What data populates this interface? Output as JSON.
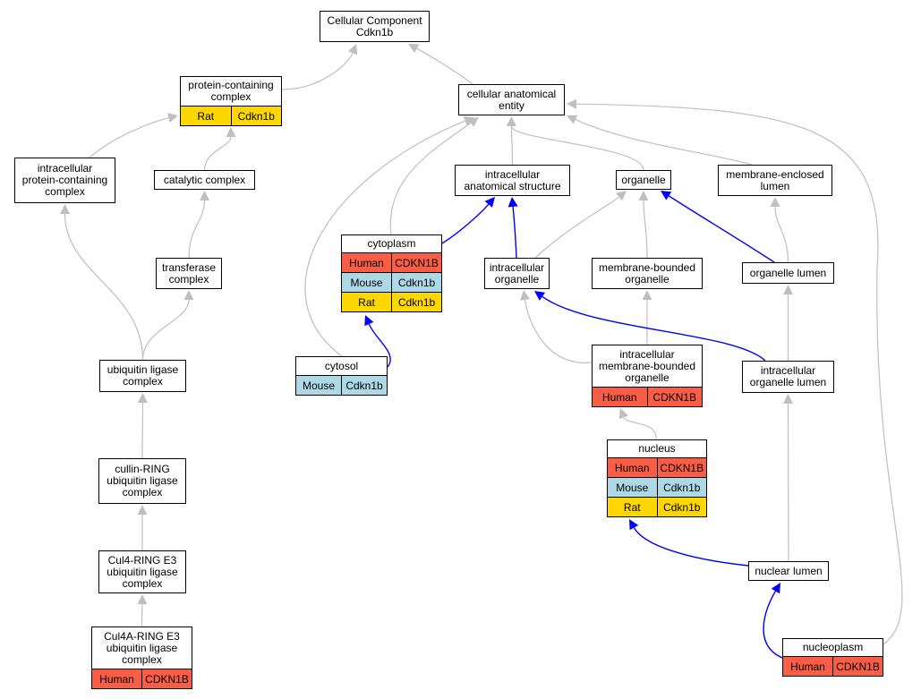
{
  "colors": {
    "human": "#fa5d46",
    "mouse": "#add8e6",
    "rat": "#ffd700",
    "edge_gray": "#bfbfbf",
    "edge_blue": "#0000ff"
  },
  "nodes": {
    "cellular_component": {
      "label": "Cellular Component\nCdkn1b"
    },
    "protein_containing_complex": {
      "label": "protein-containing\ncomplex",
      "rows": [
        {
          "species": "Rat",
          "gene": "Cdkn1b",
          "color": "rat"
        }
      ]
    },
    "cellular_anatomical_entity": {
      "label": "cellular anatomical\nentity"
    },
    "intracellular_protein_containing_complex": {
      "label": "intracellular\nprotein-containing\ncomplex"
    },
    "catalytic_complex": {
      "label": "catalytic complex"
    },
    "intracellular_anatomical_structure": {
      "label": "intracellular\nanatomical structure"
    },
    "organelle": {
      "label": "organelle"
    },
    "membrane_enclosed_lumen": {
      "label": "membrane-enclosed\nlumen"
    },
    "cytoplasm": {
      "label": "cytoplasm",
      "rows": [
        {
          "species": "Human",
          "gene": "CDKN1B",
          "color": "human"
        },
        {
          "species": "Mouse",
          "gene": "Cdkn1b",
          "color": "mouse"
        },
        {
          "species": "Rat",
          "gene": "Cdkn1b",
          "color": "rat"
        }
      ]
    },
    "transferase_complex": {
      "label": "transferase\ncomplex"
    },
    "intracellular_organelle": {
      "label": "intracellular\norganelle"
    },
    "membrane_bounded_organelle": {
      "label": "membrane-bounded\norganelle"
    },
    "organelle_lumen": {
      "label": "organelle lumen"
    },
    "cytosol": {
      "label": "cytosol",
      "rows": [
        {
          "species": "Mouse",
          "gene": "Cdkn1b",
          "color": "mouse"
        }
      ]
    },
    "ubiquitin_ligase_complex": {
      "label": "ubiquitin ligase\ncomplex"
    },
    "intracellular_membrane_bounded_organelle": {
      "label": "intracellular\nmembrane-bounded\norganelle",
      "rows": [
        {
          "species": "Human",
          "gene": "CDKN1B",
          "color": "human"
        }
      ]
    },
    "intracellular_organelle_lumen": {
      "label": "intracellular\norganelle lumen"
    },
    "nucleus": {
      "label": "nucleus",
      "rows": [
        {
          "species": "Human",
          "gene": "CDKN1B",
          "color": "human"
        },
        {
          "species": "Mouse",
          "gene": "Cdkn1b",
          "color": "mouse"
        },
        {
          "species": "Rat",
          "gene": "Cdkn1b",
          "color": "rat"
        }
      ]
    },
    "cullin_ring_ubiquitin_ligase_complex": {
      "label": "cullin-RING\nubiquitin ligase\ncomplex"
    },
    "cul4_ring_e3_ubiquitin_ligase_complex": {
      "label": "Cul4-RING E3\nubiquitin ligase\ncomplex"
    },
    "nuclear_lumen": {
      "label": "nuclear lumen"
    },
    "cul4a_ring_e3_ubiquitin_ligase_complex": {
      "label": "Cul4A-RING E3\nubiquitin ligase\ncomplex",
      "rows": [
        {
          "species": "Human",
          "gene": "CDKN1B",
          "color": "human"
        }
      ]
    },
    "nucleoplasm": {
      "label": "nucleoplasm",
      "rows": [
        {
          "species": "Human",
          "gene": "CDKN1B",
          "color": "human"
        }
      ]
    }
  },
  "edges": [
    {
      "from": "protein_containing_complex",
      "to": "cellular_component",
      "color": "gray"
    },
    {
      "from": "cellular_anatomical_entity",
      "to": "cellular_component",
      "color": "gray"
    },
    {
      "from": "intracellular_protein_containing_complex",
      "to": "protein_containing_complex",
      "color": "gray"
    },
    {
      "from": "catalytic_complex",
      "to": "protein_containing_complex",
      "color": "gray"
    },
    {
      "from": "transferase_complex",
      "to": "catalytic_complex",
      "color": "gray"
    },
    {
      "from": "ubiquitin_ligase_complex",
      "to": "transferase_complex",
      "color": "gray"
    },
    {
      "from": "ubiquitin_ligase_complex",
      "to": "intracellular_protein_containing_complex",
      "color": "gray"
    },
    {
      "from": "cullin_ring_ubiquitin_ligase_complex",
      "to": "ubiquitin_ligase_complex",
      "color": "gray"
    },
    {
      "from": "cul4_ring_e3_ubiquitin_ligase_complex",
      "to": "cullin_ring_ubiquitin_ligase_complex",
      "color": "gray"
    },
    {
      "from": "cul4a_ring_e3_ubiquitin_ligase_complex",
      "to": "cul4_ring_e3_ubiquitin_ligase_complex",
      "color": "gray"
    },
    {
      "from": "intracellular_anatomical_structure",
      "to": "cellular_anatomical_entity",
      "color": "gray"
    },
    {
      "from": "organelle",
      "to": "cellular_anatomical_entity",
      "color": "gray"
    },
    {
      "from": "membrane_enclosed_lumen",
      "to": "cellular_anatomical_entity",
      "color": "gray"
    },
    {
      "from": "cytoplasm",
      "to": "cellular_anatomical_entity",
      "color": "gray"
    },
    {
      "from": "cytosol",
      "to": "cellular_anatomical_entity",
      "color": "gray"
    },
    {
      "from": "nucleoplasm",
      "to": "cellular_anatomical_entity",
      "color": "gray"
    },
    {
      "from": "cytoplasm",
      "to": "intracellular_anatomical_structure",
      "color": "blue"
    },
    {
      "from": "intracellular_organelle",
      "to": "intracellular_anatomical_structure",
      "color": "blue"
    },
    {
      "from": "intracellular_organelle",
      "to": "organelle",
      "color": "gray"
    },
    {
      "from": "membrane_bounded_organelle",
      "to": "organelle",
      "color": "gray"
    },
    {
      "from": "organelle_lumen",
      "to": "organelle",
      "color": "blue"
    },
    {
      "from": "organelle_lumen",
      "to": "membrane_enclosed_lumen",
      "color": "gray"
    },
    {
      "from": "cytosol",
      "to": "cytoplasm",
      "color": "blue"
    },
    {
      "from": "intracellular_membrane_bounded_organelle",
      "to": "intracellular_organelle",
      "color": "gray"
    },
    {
      "from": "intracellular_membrane_bounded_organelle",
      "to": "membrane_bounded_organelle",
      "color": "gray"
    },
    {
      "from": "intracellular_organelle_lumen",
      "to": "intracellular_organelle",
      "color": "blue"
    },
    {
      "from": "intracellular_organelle_lumen",
      "to": "organelle_lumen",
      "color": "gray"
    },
    {
      "from": "nucleus",
      "to": "intracellular_membrane_bounded_organelle",
      "color": "gray"
    },
    {
      "from": "nuclear_lumen",
      "to": "nucleus",
      "color": "blue"
    },
    {
      "from": "nuclear_lumen",
      "to": "intracellular_organelle_lumen",
      "color": "gray"
    },
    {
      "from": "nucleoplasm",
      "to": "nuclear_lumen",
      "color": "blue"
    }
  ]
}
